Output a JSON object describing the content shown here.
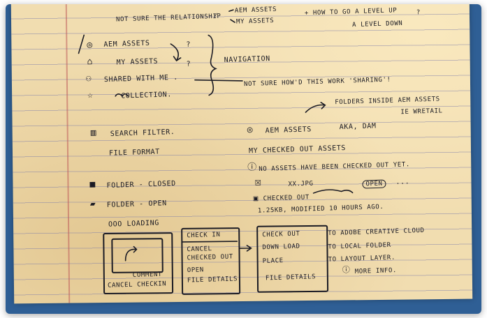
{
  "header": {
    "not_sure": "NOT SURE THE RELATIONSHIP",
    "check": "✓",
    "aem_assets": "AEM ASSETS",
    "my_assets": "MY ASSETS",
    "how_to": "+ HOW TO GO A LEVEL UP",
    "q": "?",
    "level_down": "A LEVEL DOWN"
  },
  "navigation": {
    "items": [
      {
        "label": "AEM ASSETS",
        "icon": "target-icon"
      },
      {
        "label": "MY ASSETS",
        "icon": "home-icon"
      },
      {
        "label": "SHARED WITH ME .",
        "icon": "people-icon"
      },
      {
        "label": "COLLECTION.",
        "icon": "star-icon"
      }
    ],
    "q1": "?",
    "q2": "?",
    "bracket_label": "NAVIGATION",
    "sharing_note": "NOT SURE HOW'D THIS WORK 'SHARING'!",
    "folder_note_1": "FOLDERS INSIDE AEM ASSETS",
    "folder_note_2": "IE WRETAIL"
  },
  "left_col": {
    "search_filter": "SEARCH FILTER.",
    "file_format": "FILE FORMAT",
    "folder_closed": "FOLDER - CLOSED",
    "folder_open": "FOLDER - OPEN",
    "loading": "ooo LOADING"
  },
  "right_col": {
    "aem_assets": "AEM ASSETS",
    "aka": "AKA, DAM",
    "checked_out_title": "MY CHECKED OUT ASSETS",
    "no_assets": "NO ASSETS HAVE BEEN CHECKED OUT YET.",
    "file_name": "XX.JPG",
    "open_btn": "OPEN",
    "dots": "...",
    "checked_out": "CHECKED OUT",
    "file_meta": "1.25KB, MODIFIED 10 HOURS AGO."
  },
  "bottom": {
    "comment": "COMMENT",
    "cancel_checkin": "CANCEL CHECKIN",
    "menu2": [
      "CHECK IN",
      "CANCEL",
      "CHECKED OUT",
      "OPEN",
      "FILE DETAILS"
    ],
    "menu3": [
      "CHECK OUT",
      "DOWN LOAD",
      "PLACE",
      "FILE DETAILS"
    ],
    "notes": [
      "TO ADOBE CREATIVE CLOUD",
      "TO LOCAL FOLDER",
      "TO LAYOUT LAYER.",
      "MORE INFO."
    ]
  }
}
